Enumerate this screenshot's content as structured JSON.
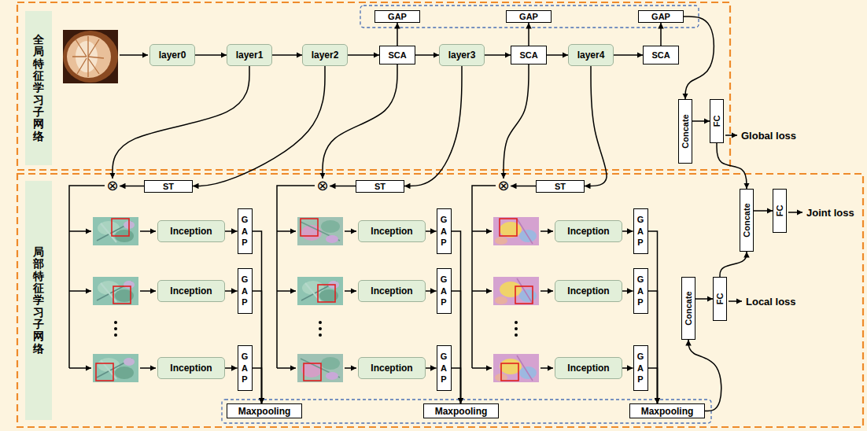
{
  "diagram": {
    "nodes": [
      {
        "text": [
          "全局特征学习子网络"
        ]
      },
      {
        "text": [
          "layer0"
        ]
      },
      {
        "text": [
          "layer1"
        ]
      },
      {
        "text": [
          "layer2"
        ]
      },
      {
        "text": [
          "SCA"
        ]
      },
      {
        "text": [
          "layer3"
        ]
      },
      {
        "text": [
          "SCA"
        ]
      },
      {
        "text": [
          "layer4"
        ]
      },
      {
        "text": [
          "SCA"
        ]
      },
      {
        "text": [
          "GAP"
        ]
      },
      {
        "text": [
          "GAP"
        ]
      },
      {
        "text": [
          "GAP"
        ]
      },
      {
        "text": [
          "Concate"
        ]
      },
      {
        "text": [
          "FC"
        ]
      },
      {
        "text": [
          "局部特征学习子网络"
        ]
      },
      {
        "text": [
          "⊗"
        ]
      },
      {
        "text": [
          "ST"
        ]
      },
      {
        "text": [
          "⊗"
        ]
      },
      {
        "text": [
          "ST"
        ]
      },
      {
        "text": [
          "⊗"
        ]
      },
      {
        "text": [
          "ST"
        ]
      },
      {
        "text": [
          "Inception"
        ]
      },
      {
        "text": [
          "GAP"
        ]
      },
      {
        "text": [
          "Inception"
        ]
      },
      {
        "text": [
          "GAP"
        ]
      },
      {
        "text": [
          "Inception"
        ]
      },
      {
        "text": [
          "GAP"
        ]
      },
      {
        "text": [
          "Inception"
        ]
      },
      {
        "text": [
          "GAP"
        ]
      },
      {
        "text": [
          "Inception"
        ]
      },
      {
        "text": [
          "GAP"
        ]
      },
      {
        "text": [
          "Inception"
        ]
      },
      {
        "text": [
          "GAP"
        ]
      },
      {
        "text": [
          "Inception"
        ]
      },
      {
        "text": [
          "GAP"
        ]
      },
      {
        "text": [
          "Inception"
        ]
      },
      {
        "text": [
          "GAP"
        ]
      },
      {
        "text": [
          "Inception"
        ]
      },
      {
        "text": [
          "GAP"
        ]
      },
      {
        "text": [
          "Maxpooling"
        ]
      },
      {
        "text": [
          "Maxpooling"
        ]
      },
      {
        "text": [
          "Maxpooling"
        ]
      },
      {
        "text": [
          "Concate"
        ]
      },
      {
        "text": [
          "FC"
        ]
      },
      {
        "text": [
          "Concate"
        ]
      },
      {
        "text": [
          "FC"
        ]
      }
    ],
    "edges": [
      {
        "from": 1,
        "to": 2,
        "arrow": "to"
      },
      {
        "from": 2,
        "to": 3,
        "arrow": "to"
      },
      {
        "from": 3,
        "to": 4,
        "arrow": "to"
      },
      {
        "from": 4,
        "to": 5,
        "arrow": "to"
      },
      {
        "from": 5,
        "to": 6,
        "arrow": "to"
      },
      {
        "from": 6,
        "to": 7,
        "arrow": "to"
      },
      {
        "from": 7,
        "to": 8,
        "arrow": "to"
      },
      {
        "from": 4,
        "to": 9,
        "arrow": "to"
      },
      {
        "from": 6,
        "to": 10,
        "arrow": "to"
      },
      {
        "from": 8,
        "to": 11,
        "arrow": "to"
      },
      {
        "from": 11,
        "to": 12,
        "arrow": "to"
      },
      {
        "from": 12,
        "to": 13,
        "arrow": "to"
      },
      {
        "from": 13,
        "to": 42,
        "arrow": "to"
      },
      {
        "from": 2,
        "to": 15,
        "arrow": "to"
      },
      {
        "from": 3,
        "to": 16,
        "arrow": "to"
      },
      {
        "from": 16,
        "to": 15,
        "arrow": "to"
      },
      {
        "from": 4,
        "to": 17,
        "arrow": "to"
      },
      {
        "from": 5,
        "to": 18,
        "arrow": "to"
      },
      {
        "from": 18,
        "to": 17,
        "arrow": "to"
      },
      {
        "from": 6,
        "to": 19,
        "arrow": "to"
      },
      {
        "from": 7,
        "to": 20,
        "arrow": "to"
      },
      {
        "from": 20,
        "to": 19,
        "arrow": "to"
      },
      {
        "from": 21,
        "to": 22,
        "arrow": "to"
      },
      {
        "from": 23,
        "to": 24,
        "arrow": "to"
      },
      {
        "from": 25,
        "to": 26,
        "arrow": "to"
      },
      {
        "from": 27,
        "to": 28,
        "arrow": "to"
      },
      {
        "from": 29,
        "to": 30,
        "arrow": "to"
      },
      {
        "from": 31,
        "to": 32,
        "arrow": "to"
      },
      {
        "from": 33,
        "to": 34,
        "arrow": "to"
      },
      {
        "from": 35,
        "to": 36,
        "arrow": "to"
      },
      {
        "from": 37,
        "to": 38,
        "arrow": "to"
      },
      {
        "from": 22,
        "to": 39,
        "arrow": "to"
      },
      {
        "from": 24,
        "to": 39,
        "arrow": "to"
      },
      {
        "from": 26,
        "to": 39,
        "arrow": "to"
      },
      {
        "from": 28,
        "to": 40,
        "arrow": "to"
      },
      {
        "from": 30,
        "to": 40,
        "arrow": "to"
      },
      {
        "from": 32,
        "to": 40,
        "arrow": "to"
      },
      {
        "from": 34,
        "to": 41,
        "arrow": "to"
      },
      {
        "from": 36,
        "to": 41,
        "arrow": "to"
      },
      {
        "from": 38,
        "to": 41,
        "arrow": "to"
      },
      {
        "from": 41,
        "to": 44,
        "arrow": "to"
      },
      {
        "from": 44,
        "to": 45,
        "arrow": "to"
      },
      {
        "from": 45,
        "to": 42,
        "arrow": "to"
      },
      {
        "from": 42,
        "to": 43,
        "arrow": "to"
      }
    ],
    "labels": [
      "Global loss",
      "Joint loss",
      "Local loss"
    ]
  }
}
